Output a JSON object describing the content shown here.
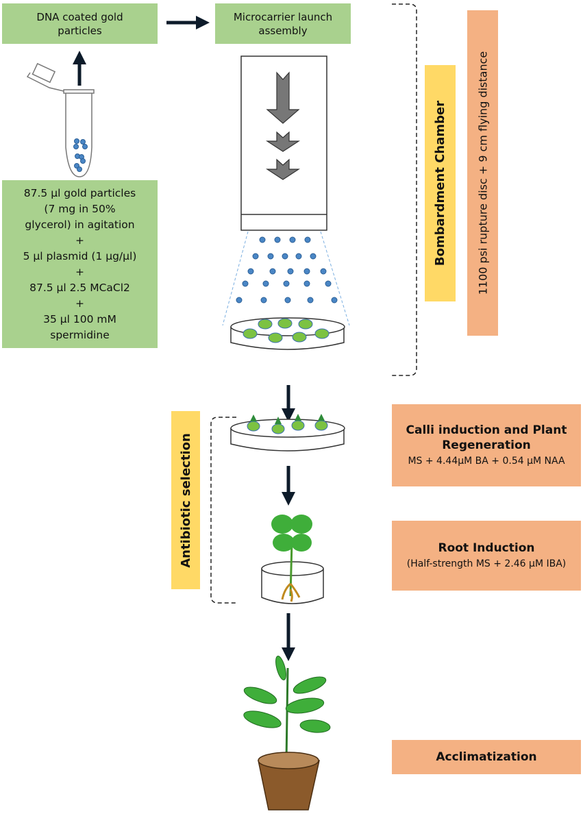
{
  "boxes": {
    "dna_coated": "DNA coated gold particles",
    "launch_assembly": "Microcarrier launch assembly",
    "mixture": [
      "87.5 µl gold particles",
      "(7 mg in 50%",
      "glycerol) in agitation",
      "+",
      "5 µl plasmid (1 µg/µl)",
      "+",
      "87.5 µl 2.5 MCaCl2",
      "+",
      "35 µl 100 mM",
      "spermidine"
    ],
    "bombardment_chamber": "Bombardment Chamber",
    "rupture_disc": "1100 psi rupture disc + 9 cm flying distance",
    "calli_title": "Calli induction and Plant Regeneration",
    "calli_medium": "MS + 4.44µM BA + 0.54 µM NAA",
    "antibiotic_selection": "Antibiotic selection",
    "root_title": "Root Induction",
    "root_medium": "(Half-strength MS + 2.46 µM IBA)",
    "acclimatization": "Acclimatization"
  },
  "colors": {
    "green": "#a9d18e",
    "orange": "#f4b183",
    "yellow": "#ffd966",
    "arrow": "#0d1b2a",
    "particle": "#4a86c5",
    "callus": "#7cc242"
  }
}
